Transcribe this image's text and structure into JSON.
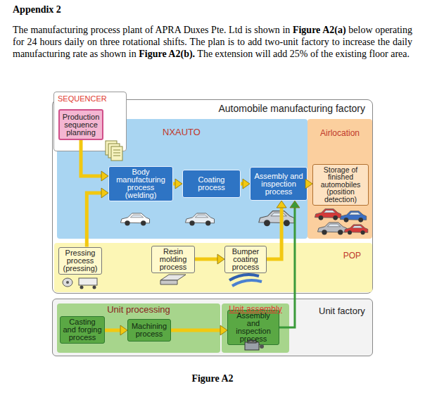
{
  "diagram": {
    "title": "Appendix 2",
    "caption": "Figure A2",
    "nodes": [
      {
        "text": [
          "SEQUENCER"
        ]
      },
      {
        "text": [
          "Production sequence planning"
        ],
        "in": 0
      },
      {
        "text": [
          "Automobile manufacturing factory"
        ]
      },
      {
        "text": [
          "NXAUTO"
        ],
        "in": 2
      },
      {
        "text": [
          "Body manufacturing process (welding)"
        ],
        "in": 3
      },
      {
        "text": [
          "Coating process"
        ],
        "in": 3
      },
      {
        "text": [
          "Assembly and inspection process"
        ],
        "in": 3
      },
      {
        "text": [
          "Airlocation"
        ],
        "in": 2
      },
      {
        "text": [
          "Storage of finished automobiles (position detection)"
        ],
        "in": 7
      },
      {
        "text": [
          "POP"
        ],
        "in": 2
      },
      {
        "text": [
          "Pressing process (pressing)"
        ],
        "in": 9
      },
      {
        "text": [
          "Resin molding process"
        ],
        "in": 9
      },
      {
        "text": [
          "Bumper coating process"
        ],
        "in": 9
      },
      {
        "text": [
          "Unit factory"
        ]
      },
      {
        "text": [
          "Unit processing"
        ],
        "in": 13
      },
      {
        "text": [
          "Casting and forging process"
        ],
        "in": 14
      },
      {
        "text": [
          "Machining process"
        ],
        "in": 14
      },
      {
        "text": [
          "Unit assembly"
        ],
        "in": 13
      },
      {
        "text": [
          "Assembly and inspection process"
        ],
        "in": 17
      }
    ],
    "edges": [
      {
        "from": 1,
        "to": 4,
        "arrow": "to"
      },
      {
        "from": 10,
        "to": 4,
        "arrow": "to"
      },
      {
        "from": 4,
        "to": 5,
        "arrow": "to"
      },
      {
        "from": 5,
        "to": 6,
        "arrow": "to"
      },
      {
        "from": 6,
        "to": 8,
        "arrow": "to"
      },
      {
        "from": 11,
        "to": 12,
        "arrow": "to"
      },
      {
        "from": 12,
        "to": 6,
        "arrow": "to"
      },
      {
        "from": 18,
        "to": 6,
        "arrow": "to"
      },
      {
        "from": 15,
        "to": 16,
        "arrow": "to"
      },
      {
        "from": 16,
        "to": 18,
        "arrow": "to"
      }
    ],
    "labels": [
      "The manufacturing process plant of APRA Duxes Pte. Ltd is shown in",
      "Figure A2(a)",
      "below operating for 24 hours daily on three rotational shifts. The plan is to add two-unit factory to increase the daily manufacturing rate as shown in",
      "Figure A2(b).",
      "The extension will add 25% of the existing floor area."
    ]
  }
}
